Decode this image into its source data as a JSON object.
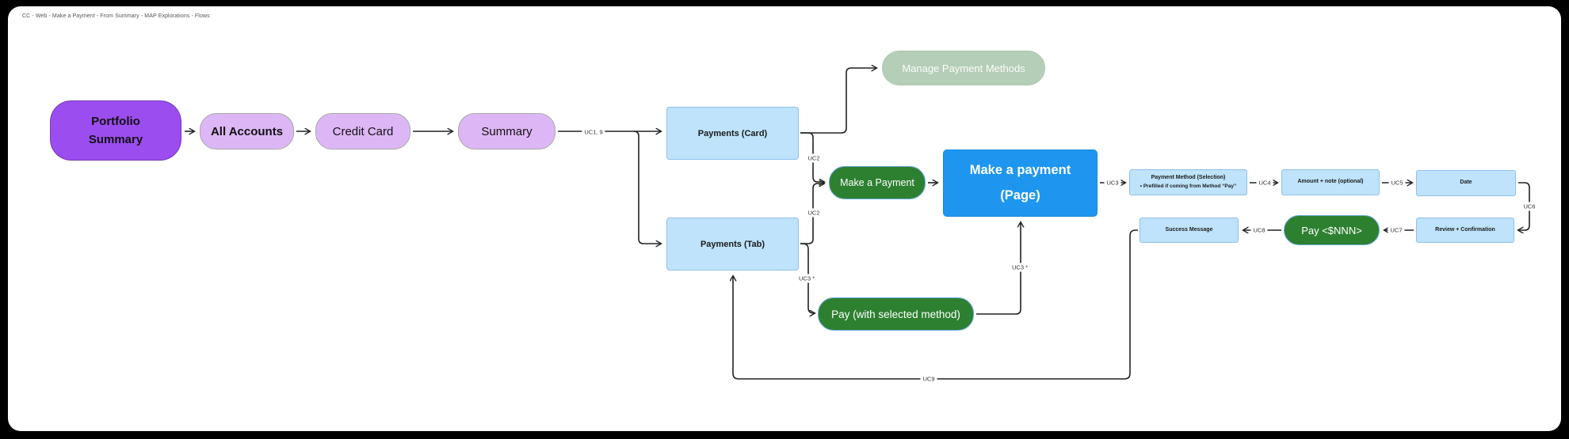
{
  "header": {
    "breadcrumb": "CC - Web - Make a Payment - From Summary - MAP Explorations - Flows"
  },
  "colors": {
    "background": "#000000",
    "canvas": "#ffffff",
    "purple_bright": "#9C4DF0",
    "purple_light": "#DDB7F5",
    "blue_light_fill": "#BEE3FA",
    "blue_light_border": "#8FC0EA",
    "blue_bright": "#1E96F0",
    "green": "#2E8031",
    "green_faded": "#B5CEB7",
    "edge": "#222222"
  },
  "nodes": {
    "portfolio_summary": "Portfolio Summary",
    "all_accounts": "All Accounts",
    "credit_card": "Credit Card",
    "summary": "Summary",
    "payments_card": "Payments (Card)",
    "payments_tab": "Payments (Tab)",
    "manage_payment_methods": "Manage Payment Methods",
    "make_a_payment": "Make a Payment",
    "make_a_payment_page": "Make a payment (Page)",
    "pay_selected_method": "Pay (with selected method)",
    "payment_method_selection": "Payment Method (Selection)",
    "payment_method_selection_note": "•  Prefilled if coming from Method “Pay”",
    "amount_note": "Amount + note (optional)",
    "date": "Date",
    "review_confirmation": "Review + Confirmation",
    "pay_amount": "Pay <$NNN>",
    "success_message": "Success Message"
  },
  "edge_labels": {
    "uc1_9": "UC1, 9",
    "uc2_top": "UC2",
    "uc2_bottom": "UC2",
    "uc3_star_left": "UC3 *",
    "uc3_star_right": "UC3 *",
    "uc3": "UC3",
    "uc4": "UC4",
    "uc5": "UC5",
    "uc6": "UC6",
    "uc7": "UC7",
    "uc8": "UC8",
    "uc9": "UC9"
  }
}
